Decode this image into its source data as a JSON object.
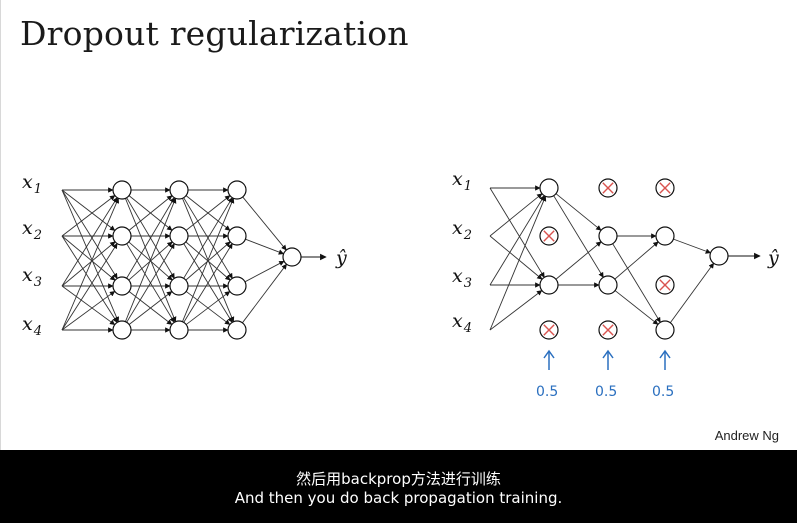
{
  "title": "Dropout regularization",
  "author": "Andrew Ng",
  "subtitles": {
    "chinese": "然后用backprop方法进行训练",
    "english": "And then you do back propagation training."
  },
  "left_network": {
    "inputs": [
      "x",
      "x",
      "x",
      "x"
    ],
    "input_subscripts": [
      "1",
      "2",
      "3",
      "4"
    ],
    "output_label": "ŷ"
  },
  "right_network": {
    "inputs": [
      "x",
      "x",
      "x",
      "x"
    ],
    "input_subscripts": [
      "1",
      "2",
      "3",
      "4"
    ],
    "output_label": "ŷ",
    "keep_prob_labels": [
      "0.5",
      "0.5",
      "0.5"
    ]
  },
  "colors": {
    "dropped_node": "#d9534f",
    "handwriting": "#2a6fbf",
    "subtitle_bg": "#000000"
  }
}
